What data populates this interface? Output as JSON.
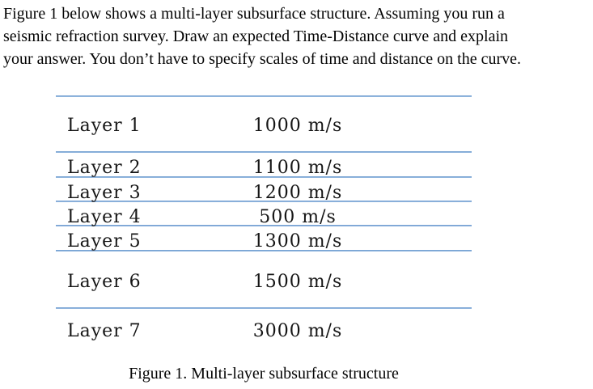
{
  "paragraph": {
    "lines": [
      "Figure 1 below shows a multi-layer subsurface structure. Assuming you run a",
      "seismic refraction survey. Draw an expected Time-Distance curve and explain",
      "your answer. You don’t have to specify scales of time and distance on the curve."
    ]
  },
  "figure": {
    "rows": [
      {
        "label": "Layer 1",
        "velocity": "1000 m/s"
      },
      {
        "label": "Layer 2",
        "velocity": "1100 m/s"
      },
      {
        "label": "Layer 3",
        "velocity": "1200 m/s"
      },
      {
        "label": "Layer 4",
        "velocity": "500 m/s"
      },
      {
        "label": "Layer 5",
        "velocity": "1300 m/s"
      },
      {
        "label": "Layer 6",
        "velocity": "1500 m/s"
      },
      {
        "label": "Layer 7",
        "velocity": "3000 m/s"
      }
    ],
    "caption": "Figure 1. Multi-layer subsurface structure",
    "line_color": "#7ea6d8",
    "layer_count": 7
  }
}
